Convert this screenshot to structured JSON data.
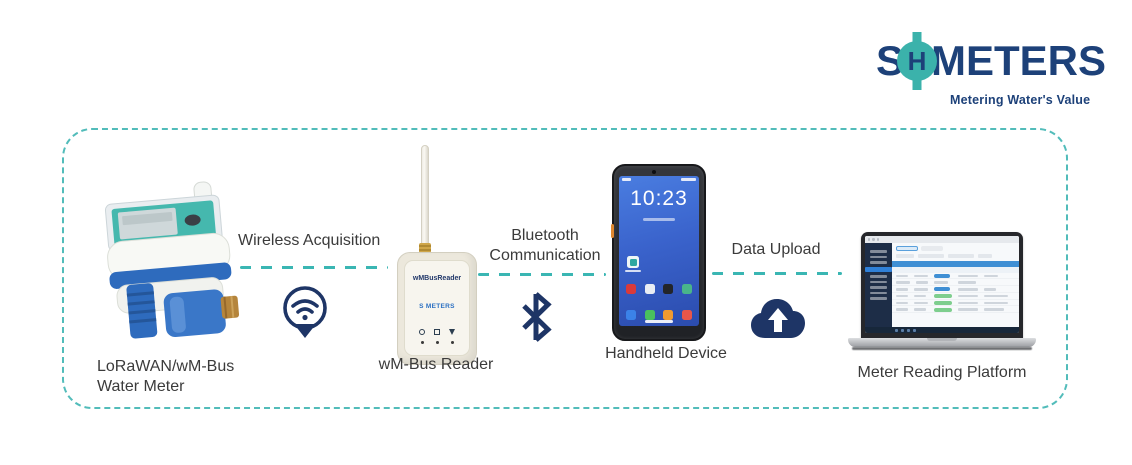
{
  "brand": {
    "s": "S",
    "h": "H",
    "meters": "METERS",
    "tagline": "Metering Water's Value",
    "teal": "#3bb2ab",
    "navy": "#1d4179"
  },
  "diagram": {
    "nodes": {
      "water_meter": {
        "label1": "LoRaWAN/wM-Bus",
        "label2": "Water Meter"
      },
      "reader": {
        "label": "wM-Bus Reader",
        "device_title": "wMBusReader",
        "device_brand": "S METERS"
      },
      "handheld": {
        "label": "Handheld Device",
        "clock": "10:23"
      },
      "platform": {
        "label": "Meter Reading Platform"
      }
    },
    "connectors": {
      "wireless": {
        "label": "Wireless Acquisition",
        "icon": "wifi-pin-icon"
      },
      "bluetooth": {
        "label1": "Bluetooth",
        "label2": "Communication",
        "icon": "bluetooth-icon"
      },
      "upload": {
        "label": "Data Upload",
        "icon": "cloud-upload-icon"
      }
    }
  },
  "colors": {
    "dash_teal": "#3ab6b3",
    "frame_teal": "#52bcba",
    "icon_navy": "#1e3566",
    "label_text": "#3b3b3b",
    "meter_blue": "#2e6bbd",
    "brass": "#b5853c"
  }
}
